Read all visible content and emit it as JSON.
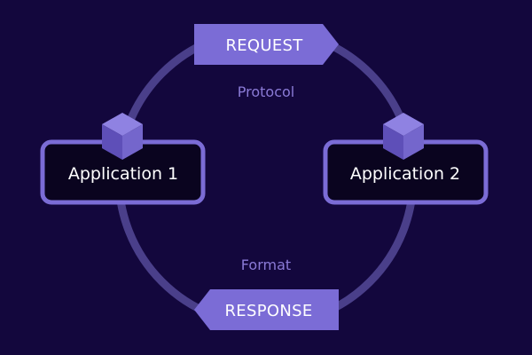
{
  "diagram": {
    "request_label": "REQUEST",
    "response_label": "RESPONSE",
    "protocol_label": "Protocol",
    "format_label": "Format",
    "app1_label": "Application 1",
    "app2_label": "Application 2"
  },
  "colors": {
    "background": "#13073d",
    "ring": "#4a3f8a",
    "accent": "#7b6cd6",
    "box_fill": "#0a041f",
    "label": "#8a7ad6",
    "text": "#ffffff"
  }
}
